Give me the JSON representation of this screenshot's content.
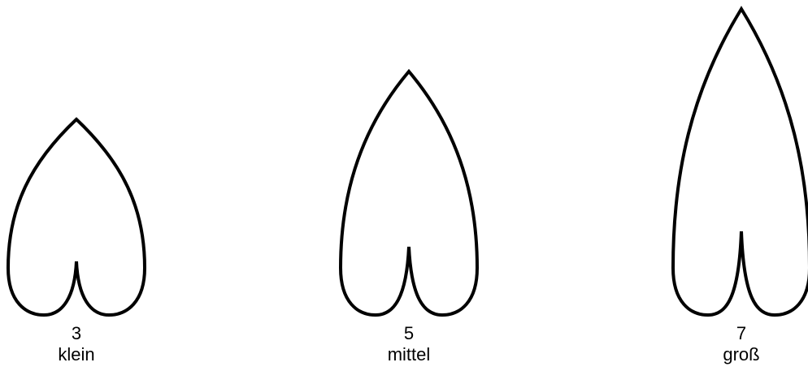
{
  "items": [
    {
      "number": "3",
      "label": "klein"
    },
    {
      "number": "5",
      "label": "mittel"
    },
    {
      "number": "7",
      "label": "groß"
    }
  ],
  "colors": {
    "stroke": "#000000",
    "fill": "#ffffff",
    "text": "#000000"
  }
}
